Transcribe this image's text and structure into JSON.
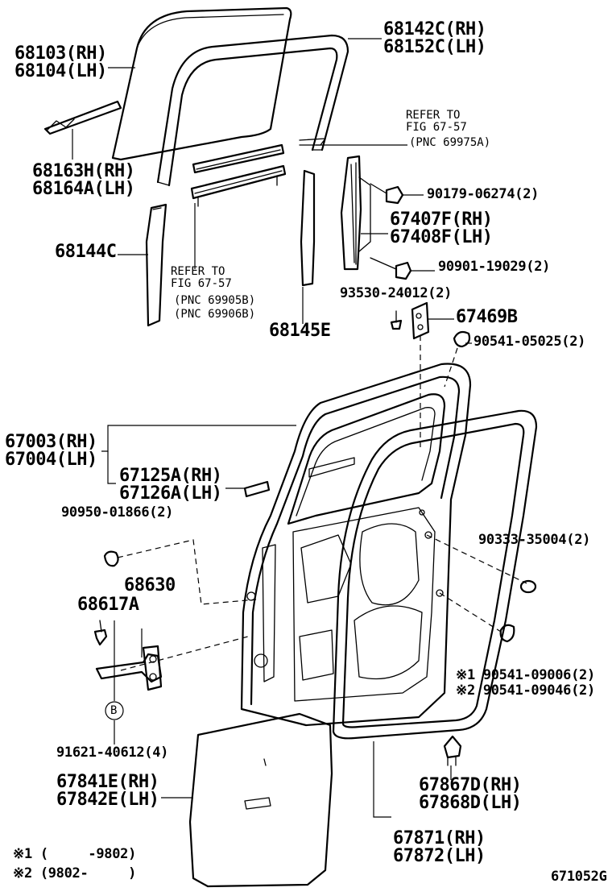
{
  "labels": {
    "p68103": "68103(RH)",
    "p68104": "68104(LH)",
    "p68142c": "68142C(RH)",
    "p68152c": "68152C(LH)",
    "refer1_a": "REFER TO",
    "refer1_b": "FIG 67-57",
    "refer1_c": "(PNC 69975A)",
    "p68163h": "68163H(RH)",
    "p68164a": "68164A(LH)",
    "p90179": "90179-06274(2)",
    "p67407f": "67407F(RH)",
    "p67408f": "67408F(LH)",
    "p68144c": "68144C",
    "p90901": "90901-19029(2)",
    "refer2_a": "REFER TO",
    "refer2_b": "FIG 67-57",
    "refer2_c": "(PNC 69905B)",
    "refer2_d": "(PNC 69906B)",
    "p93530": "93530-24012(2)",
    "p67469b": "67469B",
    "p68145e": "68145E",
    "p90541_05025": "90541-05025(2)",
    "p67003": "67003(RH)",
    "p67004": "67004(LH)",
    "p67125a": "67125A(RH)",
    "p67126a": "67126A(LH)",
    "p90950": "90950-01866(2)",
    "p90333": "90333-35004(2)",
    "p68630": "68630",
    "p68617a": "68617A",
    "p90541_09006": "※1 90541-09006(2)",
    "p90541_09046": "※2 90541-09046(2)",
    "circle_b": "B",
    "p91621": "91621-40612(4)",
    "p67841e": "67841E(RH)",
    "p67842e": "67842E(LH)",
    "p67867d": "67867D(RH)",
    "p67868d": "67868D(LH)",
    "p67871": "67871(RH)",
    "p67872": "67872(LH)",
    "note1": "※1 (     -9802)",
    "note2": "※2 (9802-     )",
    "figure_code": "671052G"
  }
}
